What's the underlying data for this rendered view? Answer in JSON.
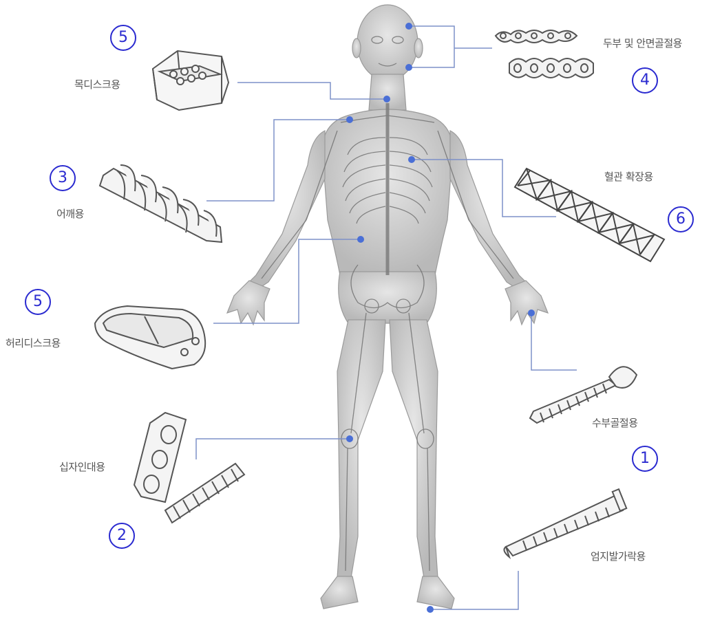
{
  "colors": {
    "leader_line": "#7d90c8",
    "joint_dot": "#4a6fd6",
    "number_ring": "#2a2ad0",
    "body_fill": "#cfcfcf",
    "bone_line": "#6e6e6e",
    "implant_line": "#555555"
  },
  "labels": {
    "neck_disc": "목디스크용",
    "cranio_facial": "두부 및 안면골절용",
    "shoulder": "어깨용",
    "vascular": "혈관 확장용",
    "lumbar_disc": "허리디스크용",
    "hand_fracture": "수부골절용",
    "ligament": "십자인대용",
    "big_toe": "엄지발가락용"
  },
  "numbers": {
    "neck_disc": "5",
    "cranio_facial": "4",
    "shoulder": "3",
    "vascular": "6",
    "lumbar_disc": "5",
    "hand_fracture": "1",
    "ligament": "2"
  },
  "icons": {
    "neck_disc": "cervical-cage-icon",
    "cranio_facial": "bone-plate-icon",
    "shoulder": "suture-anchor-screw-icon",
    "vascular": "stent-icon",
    "lumbar_disc": "lumbar-cage-icon",
    "hand_fracture": "bone-screw-icon",
    "ligament": "interference-screw-icon",
    "big_toe": "compression-screw-icon"
  }
}
